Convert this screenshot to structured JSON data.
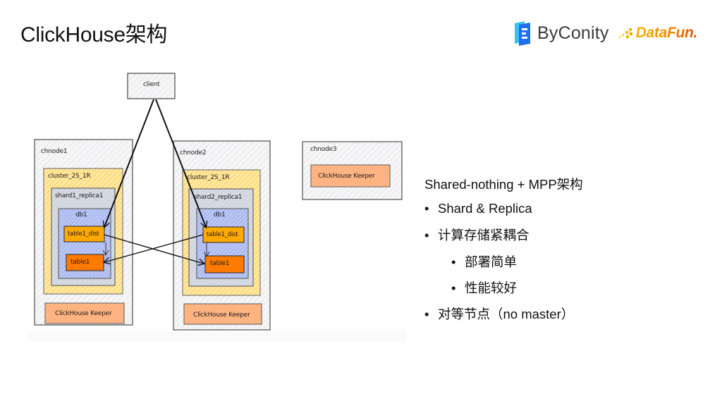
{
  "slide": {
    "title": "ClickHouse架构"
  },
  "logos": {
    "byconity": "ByConity",
    "datafun": "DataFun."
  },
  "diagram": {
    "client": "client",
    "nodes": [
      {
        "name": "chnode1",
        "cluster": "cluster_2S_1R",
        "replica": "shard1_replica1",
        "db": "db1",
        "dist_table": "table1_dist",
        "local_table": "table1",
        "keeper": "ClickHouse Keeper"
      },
      {
        "name": "chnode2",
        "cluster": "cluster_2S_1R",
        "replica": "shard2_replica1",
        "db": "db1",
        "dist_table": "table1_dist",
        "local_table": "table1",
        "keeper": "ClickHouse Keeper"
      },
      {
        "name": "chnode3",
        "keeper": "ClickHouse Keeper"
      }
    ],
    "colors": {
      "node_fill": "#f1f1f3",
      "cluster_fill": "#ffd772",
      "replica_fill": "#ced3dc",
      "db_fill": "#a9b8ef",
      "dist_table_fill": "#ffa800",
      "local_table_fill": "#ff7a00",
      "keeper_fill": "#ffab73"
    }
  },
  "bullets": {
    "heading": "Shared-nothing + MPP架构",
    "items": [
      {
        "level": 1,
        "text": "Shard & Replica"
      },
      {
        "level": 1,
        "text": "计算存储紧耦合"
      },
      {
        "level": 2,
        "text": "部署简单"
      },
      {
        "level": 2,
        "text": "性能较好"
      },
      {
        "level": 1,
        "text": "对等节点（no master）"
      }
    ],
    "bullet_glyph": "•"
  }
}
